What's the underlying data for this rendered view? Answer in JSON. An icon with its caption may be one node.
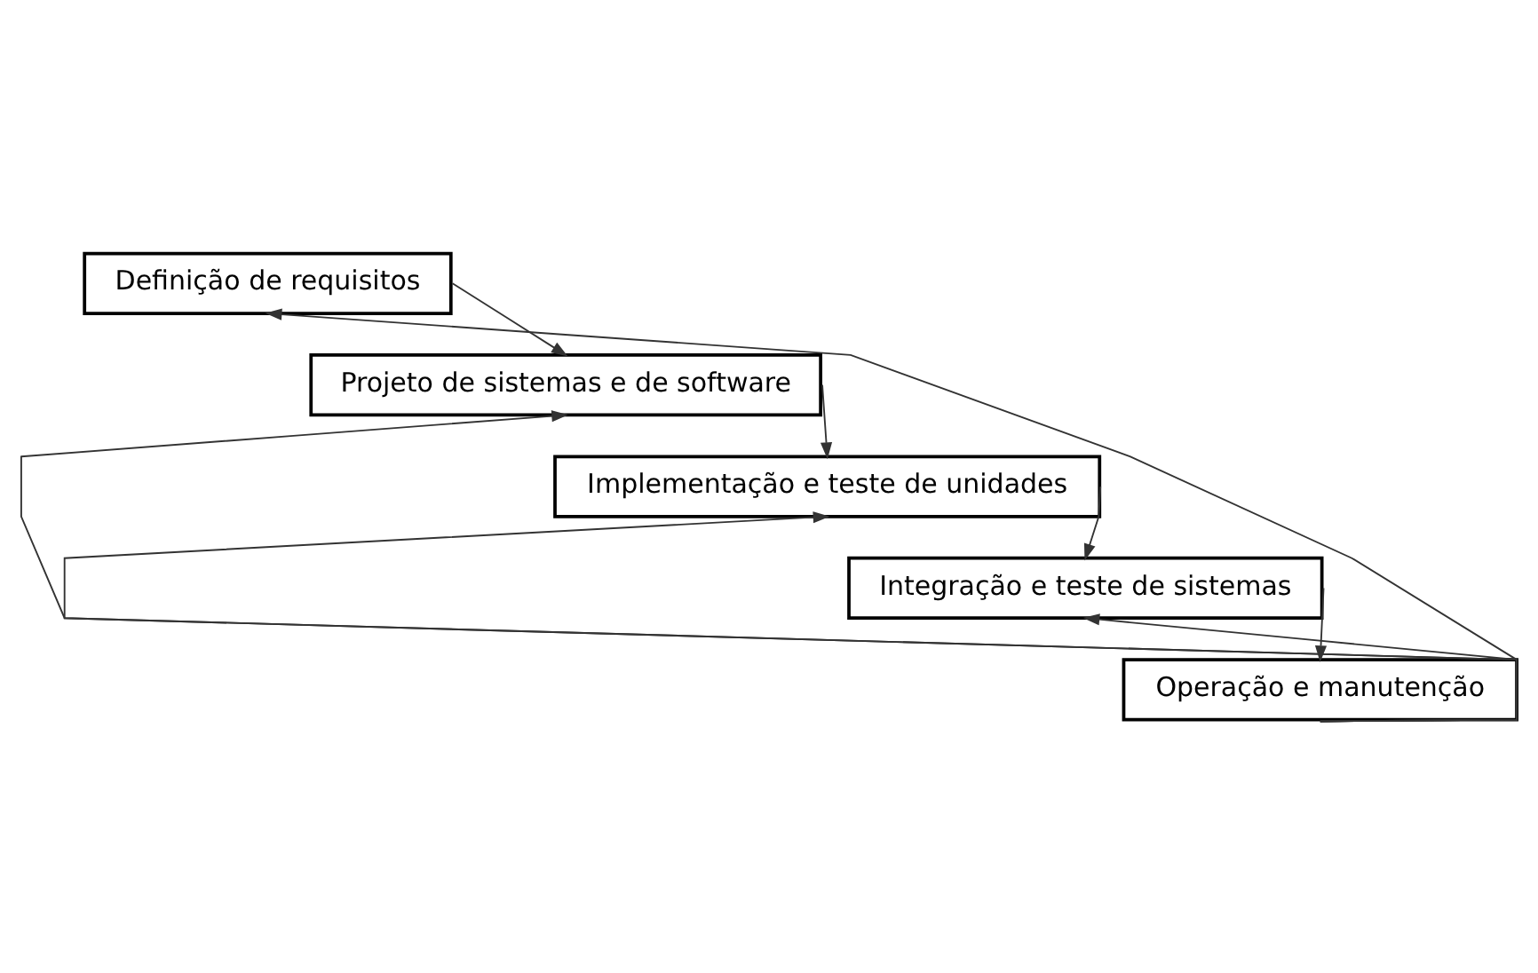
{
  "diagram": {
    "nodes": [
      {
        "text": [
          "Definição de requisitos"
        ]
      },
      {
        "text": [
          "Projeto de sistemas e de software"
        ]
      },
      {
        "text": [
          "Implementação e teste de unidades"
        ]
      },
      {
        "text": [
          "Integração e teste de sistemas"
        ]
      },
      {
        "text": [
          "Operação e manutenção"
        ]
      }
    ],
    "edges": [
      {
        "from": 0,
        "to": 1,
        "arrow": "to"
      },
      {
        "from": 1,
        "to": 2,
        "arrow": "to"
      },
      {
        "from": 2,
        "to": 3,
        "arrow": "to"
      },
      {
        "from": 3,
        "to": 4,
        "arrow": "to"
      },
      {
        "from": 4,
        "to": 3,
        "arrow": "to"
      },
      {
        "from": 4,
        "to": 2,
        "arrow": "to"
      },
      {
        "from": 4,
        "to": 1,
        "arrow": "to"
      },
      {
        "from": 4,
        "to": 0,
        "arrow": "to"
      }
    ]
  }
}
